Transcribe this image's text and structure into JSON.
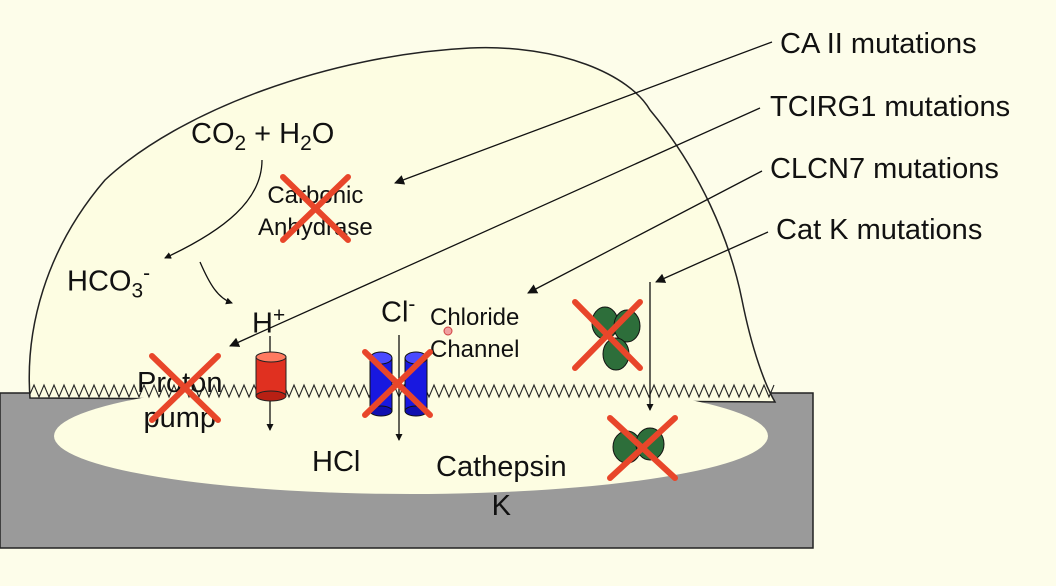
{
  "colors": {
    "background": "#fdfdea",
    "bone": "#9a9a9a",
    "cell": "#fdfde2",
    "x_mark": "#e8462a",
    "proton_pump": "#e03020",
    "chloride_channel": "#1818e0",
    "cathepsin": "#2d6e3a"
  },
  "mutations": {
    "ca2": "CA II mutations",
    "tcirg1": "TCIRG1 mutations",
    "clcn7": "CLCN7 mutations",
    "catk": "Cat K mutations"
  },
  "reaction": {
    "co2": "CO",
    "co2_sub": "2",
    "plus_h": " + H",
    "h2o_sub": "2",
    "o": "O",
    "enzyme_line1": "Carbonic",
    "enzyme_line2": "Anhydrase",
    "hco3": "HCO",
    "hco3_sub": "3",
    "hco3_sup": "-",
    "h": "H",
    "h_sup": "+"
  },
  "pump": {
    "line1": "Proton",
    "line2": "pump"
  },
  "channel": {
    "cl": "Cl",
    "cl_sup": "-",
    "line1": "Chloride",
    "line2": "Channel"
  },
  "products": {
    "hcl": "HCl",
    "cathepsin_line1": "Cathepsin",
    "cathepsin_line2": "K"
  }
}
